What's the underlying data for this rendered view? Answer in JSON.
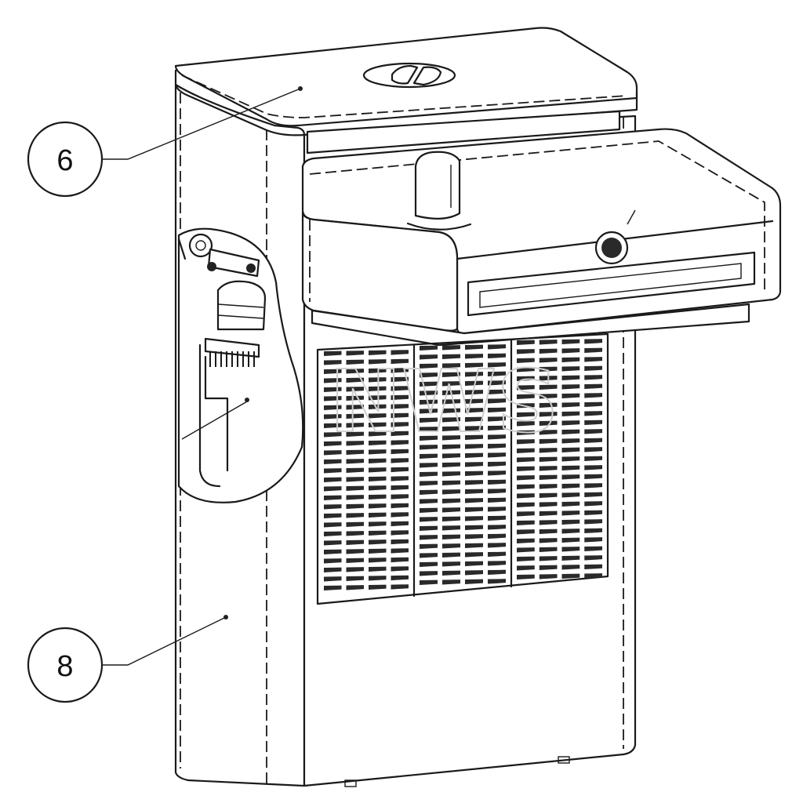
{
  "callouts": [
    {
      "id": "6",
      "label": "6"
    },
    {
      "id": "8",
      "label": "8"
    }
  ],
  "watermark_text": "NWS"
}
